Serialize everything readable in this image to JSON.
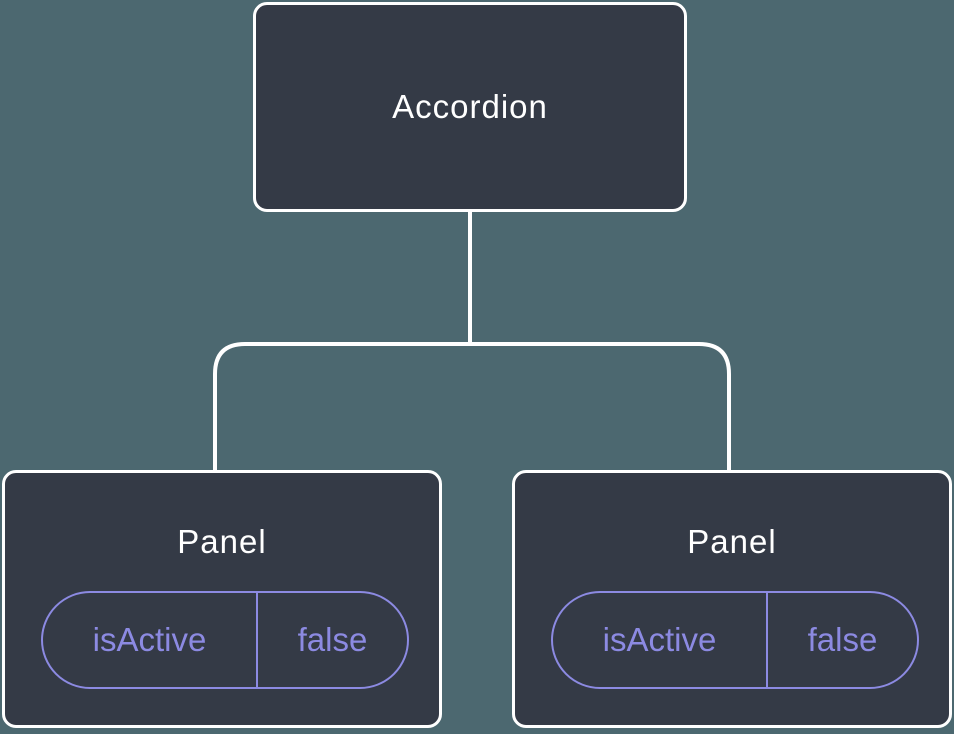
{
  "diagram": {
    "root": {
      "label": "Accordion"
    },
    "panels": [
      {
        "label": "Panel",
        "prop": {
          "name": "isActive",
          "value": "false"
        }
      },
      {
        "label": "Panel",
        "prop": {
          "name": "isActive",
          "value": "false"
        }
      }
    ],
    "colors": {
      "background": "#4C6870",
      "node_fill": "#343A46",
      "node_border": "#FFFFFF",
      "connector": "#FFFFFF",
      "prop_accent": "#8C8AE2",
      "label_text": "#FFFFFF"
    }
  }
}
